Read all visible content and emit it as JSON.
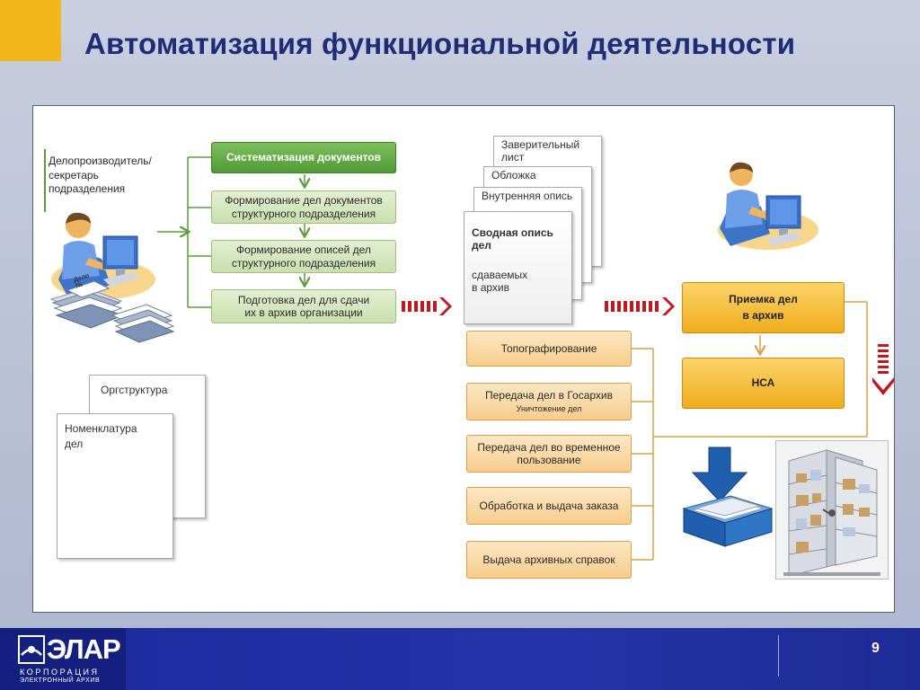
{
  "slide": {
    "title": "Автоматизация функциональной деятельности",
    "page_number": "9"
  },
  "colors": {
    "title": "#1f2d76",
    "accent_corner": "#f5b61c",
    "footer": "#2533a8",
    "green_head": "#4f9a36",
    "green_box": "#c9dfae",
    "orange_box": "#f7cd8c",
    "yellow_box": "#f0ac1b",
    "arrow_red": "#c0181e"
  },
  "diagram": {
    "clerk_label": "Делопроизводитель/\nсекретарь\nподразделения",
    "process_steps": [
      "Систематизация документов",
      "Формирование дел документов\nструктурного подразделения",
      "Формирование описей дел\nструктурного подразделения",
      "Подготовка дел для сдачи\nих в архив организации"
    ],
    "left_docs": {
      "back": "Оргструктура",
      "front": "Номенклатура\nдел"
    },
    "doc_stack": {
      "sheet1": "Заверительный\nлист",
      "sheet2": "Обложка",
      "sheet3": "Внутренняя опись",
      "main_bold": "Сводная опись\nдел",
      "main_rest": "сдаваемых\nв архив"
    },
    "archive_steps": {
      "reception": "Приемка дел\nв архив",
      "nsa": "НСА"
    },
    "functions": [
      {
        "label": "Топографирование",
        "sub": ""
      },
      {
        "label": "Передача дел в Госархив",
        "sub": "Уничтожение дел"
      },
      {
        "label": "Передача дел во временное\nпользование",
        "sub": ""
      },
      {
        "label": "Обработка и выдача заказа",
        "sub": ""
      },
      {
        "label": "Выдача архивных справок",
        "sub": ""
      }
    ],
    "clerk_doc_label": "Дело\n№"
  },
  "footer": {
    "logo_word": "ЭЛАР",
    "logo_line1": "КОРПОРАЦИЯ",
    "logo_line2": "ЭЛЕКТРОННЫЙ АРХИВ"
  }
}
